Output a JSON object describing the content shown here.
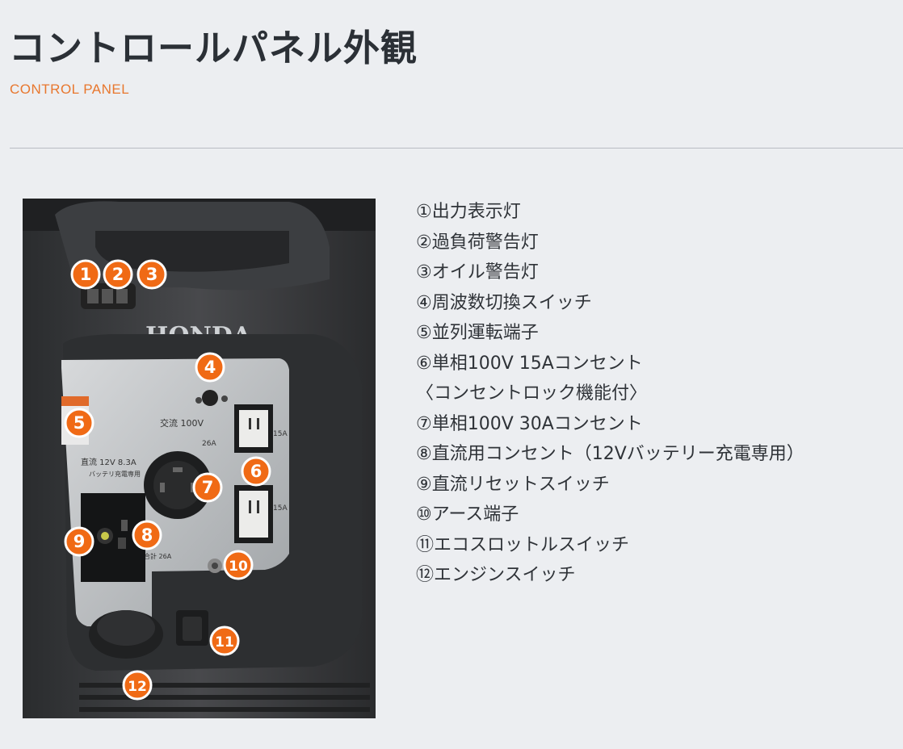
{
  "page": {
    "title": "コントロールパネル外観",
    "subtitle": "CONTROL PANEL"
  },
  "photo": {
    "brand": "HONDA",
    "panel_labels": {
      "ac": "交流 100V",
      "dc": "直流 12V 8.3A",
      "dc_sub": "バッテリ充電専用",
      "a26": "26A",
      "a15_top": "15A",
      "a15_bottom": "15A",
      "total": "合計 26A"
    },
    "callouts": [
      "1",
      "2",
      "3",
      "4",
      "5",
      "6",
      "7",
      "8",
      "9",
      "10",
      "11",
      "12"
    ],
    "colors": {
      "callout": "#f06a15",
      "body": "#3d3f42",
      "panel": "#b8bbbe"
    }
  },
  "legend": [
    "①出力表示灯",
    "②過負荷警告灯",
    "③オイル警告灯",
    "④周波数切換スイッチ",
    "⑤並列運転端子",
    "⑥単相100V 15Aコンセント",
    "〈コンセントロック機能付〉",
    "⑦単相100V 30Aコンセント",
    "⑧直流用コンセント（12Vバッテリー充電専用）",
    "⑨直流リセットスイッチ",
    "⑩アース端子",
    "⑪エコスロットルスイッチ",
    "⑫エンジンスイッチ"
  ]
}
